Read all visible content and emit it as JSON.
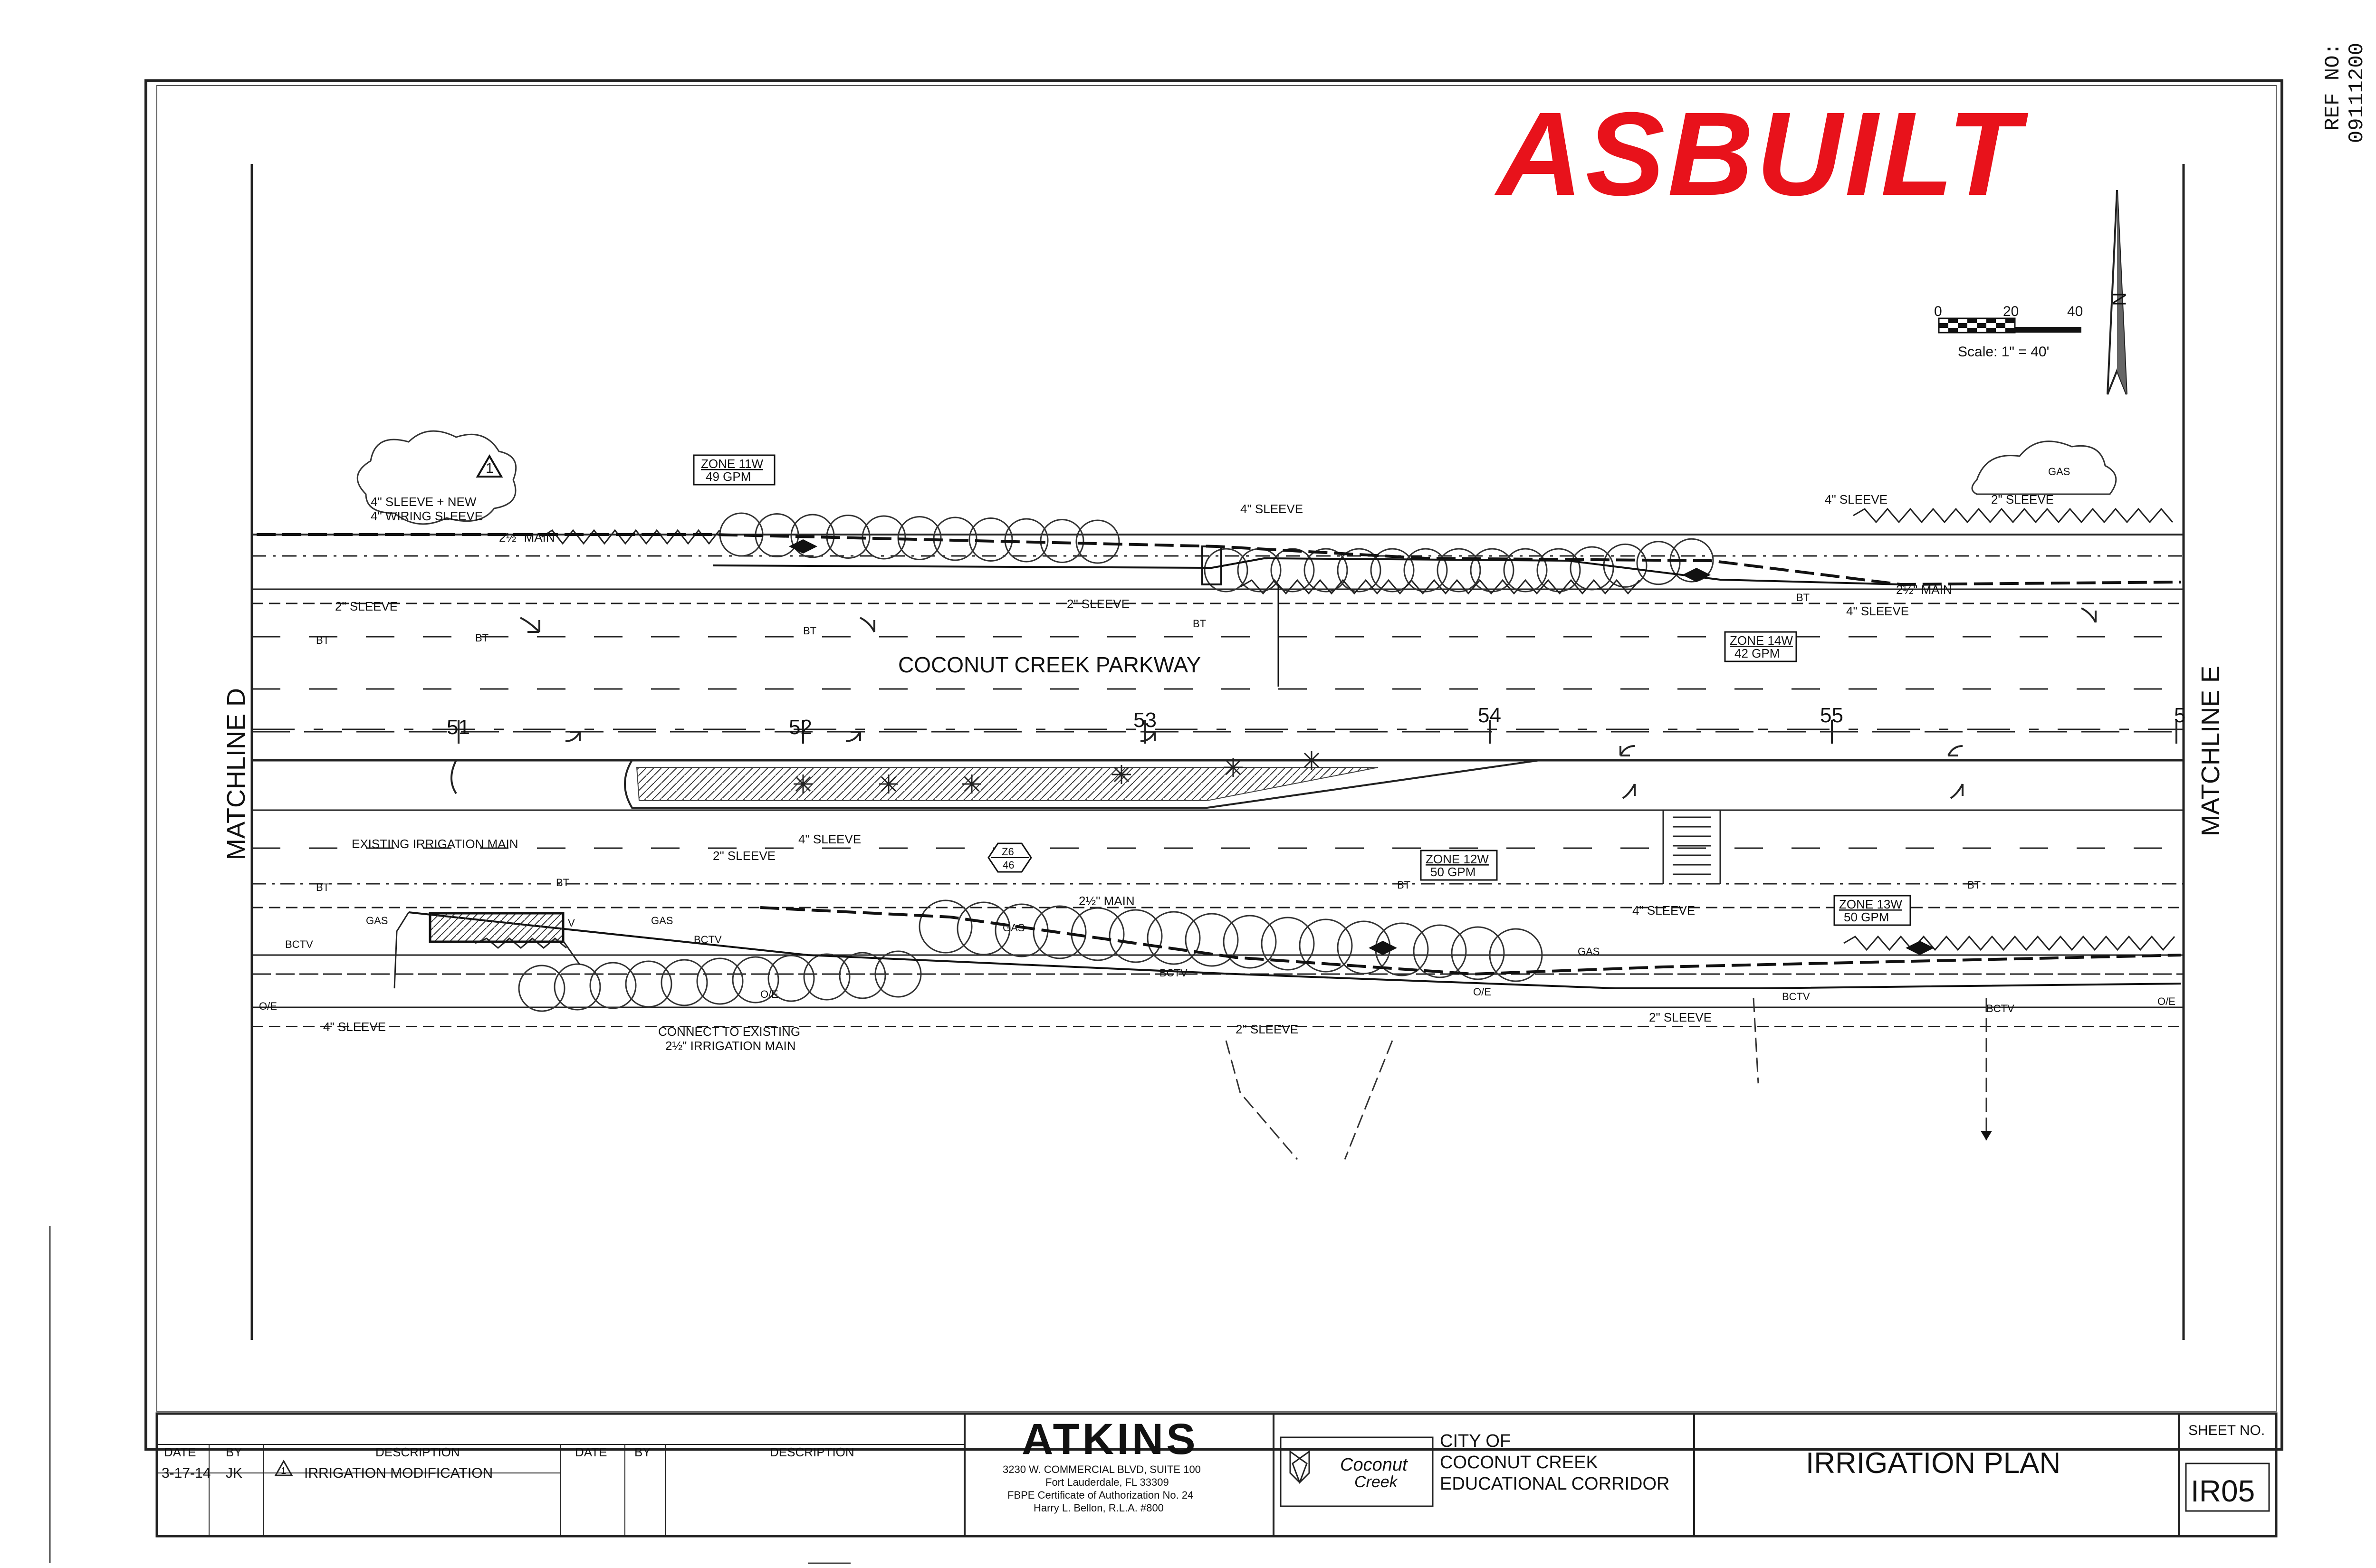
{
  "stamp": "ASBUILT",
  "ref_no": "REF NO: 09111200",
  "plan": {
    "road_name": "COCONUT CREEK PARKWAY",
    "matchline_left": "MATCHLINE D",
    "matchline_right": "MATCHLINE E",
    "stations": [
      "51",
      "52",
      "53",
      "54",
      "55",
      "5"
    ],
    "north_label": "N",
    "scale": {
      "ticks": [
        "0",
        "20",
        "40"
      ],
      "text": "Scale: 1\" = 40'"
    },
    "revision_marker": "1",
    "notes": {
      "sleeve_new_wiring_1": "4\" SLEEVE + NEW",
      "sleeve_new_wiring_2": "4\" WIRING SLEEVE",
      "main_2_5": "2½\" MAIN",
      "sleeve_2_left": "2\" SLEEVE",
      "sleeve_4_top_mid": "4\" SLEEVE",
      "sleeve_2_top_mid": "2\" SLEEVE",
      "sleeve_4_top_right": "4\" SLEEVE",
      "sleeve_2_top_right": "2\" SLEEVE",
      "main_top_right": "2½\" MAIN",
      "sleeve_4_top_right_b": "4\" SLEEVE",
      "existing_main": "EXISTING IRRIGATION MAIN",
      "sleeve_2_bot": "2\" SLEEVE",
      "sleeve_4_bot": "4\" SLEEVE",
      "main_bot": "2½\" MAIN",
      "sleeve_4_bot_right": "4\" SLEEVE",
      "sleeve_4_bot_left": "4\" SLEEVE",
      "connect_1": "CONNECT TO EXISTING",
      "connect_2": "2½\" IRRIGATION MAIN",
      "sleeve_2_bot_mid": "2\" SLEEVE",
      "sleeve_2_bot_right": "2\" SLEEVE",
      "controller_tag_top": "Z6",
      "controller_tag_bot": "46"
    },
    "zones": [
      {
        "name": "ZONE 11W",
        "gpm": "49 GPM"
      },
      {
        "name": "ZONE 14W",
        "gpm": "42 GPM"
      },
      {
        "name": "ZONE 12W",
        "gpm": "50 GPM"
      },
      {
        "name": "ZONE 13W",
        "gpm": "50 GPM"
      }
    ],
    "utility_labels": {
      "bt": "BT",
      "gas": "GAS",
      "bctv": "BCTV",
      "oe": "O/E",
      "v": "V"
    }
  },
  "title_block": {
    "rev_headers": {
      "date": "DATE",
      "by": "BY",
      "description": "DESCRIPTION"
    },
    "revisions": [
      {
        "date": "3-17-14",
        "by": "JK",
        "marker": "1",
        "description": "IRRIGATION MODIFICATION"
      }
    ],
    "firm": {
      "name": "ATKINS",
      "address1": "3230 W. COMMERCIAL BLVD, SUITE 100",
      "address2": "Fort Lauderdale, FL 33309",
      "cert": "FBPE Certificate of Authorization No. 24",
      "signer": "Harry L. Bellon, R.L.A. #800"
    },
    "client_logo_text": {
      "line1": "Coconut",
      "line2": "Creek"
    },
    "client": {
      "line1": "CITY OF",
      "line2": "COCONUT CREEK",
      "line3": "EDUCATIONAL CORRIDOR"
    },
    "sheet_title": "IRRIGATION PLAN",
    "sheet_no_label": "SHEET NO.",
    "sheet_no": "IR05"
  }
}
